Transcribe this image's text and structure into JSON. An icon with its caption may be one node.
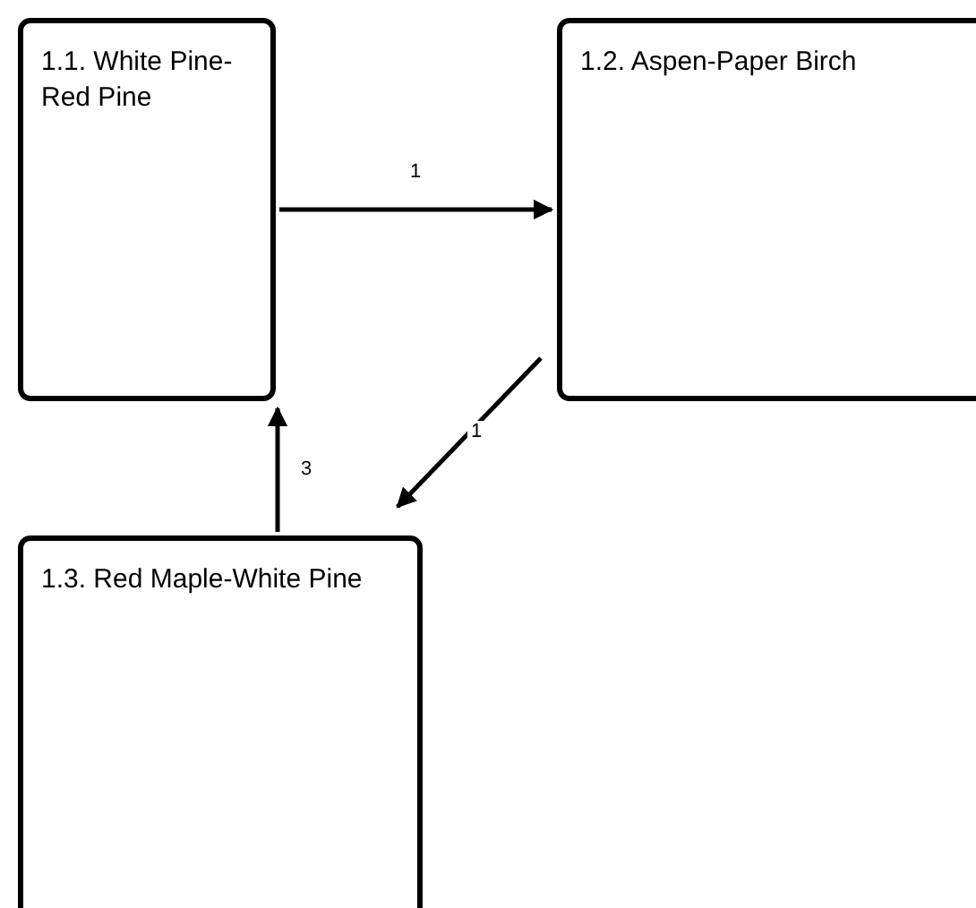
{
  "diagram": {
    "nodes": [
      {
        "text": [
          "1.1. White Pine-Red Pine"
        ]
      },
      {
        "text": [
          "1.2. Aspen-Paper Birch"
        ]
      },
      {
        "text": [
          "1.3. Red Maple-White Pine"
        ]
      }
    ],
    "edges": [
      {
        "from": 0,
        "to": 1,
        "arrow": "to",
        "label": "1"
      },
      {
        "from": 1,
        "to": 2,
        "arrow": "to",
        "label": "1"
      },
      {
        "from": 2,
        "to": 0,
        "arrow": "to",
        "label": "3"
      }
    ]
  }
}
